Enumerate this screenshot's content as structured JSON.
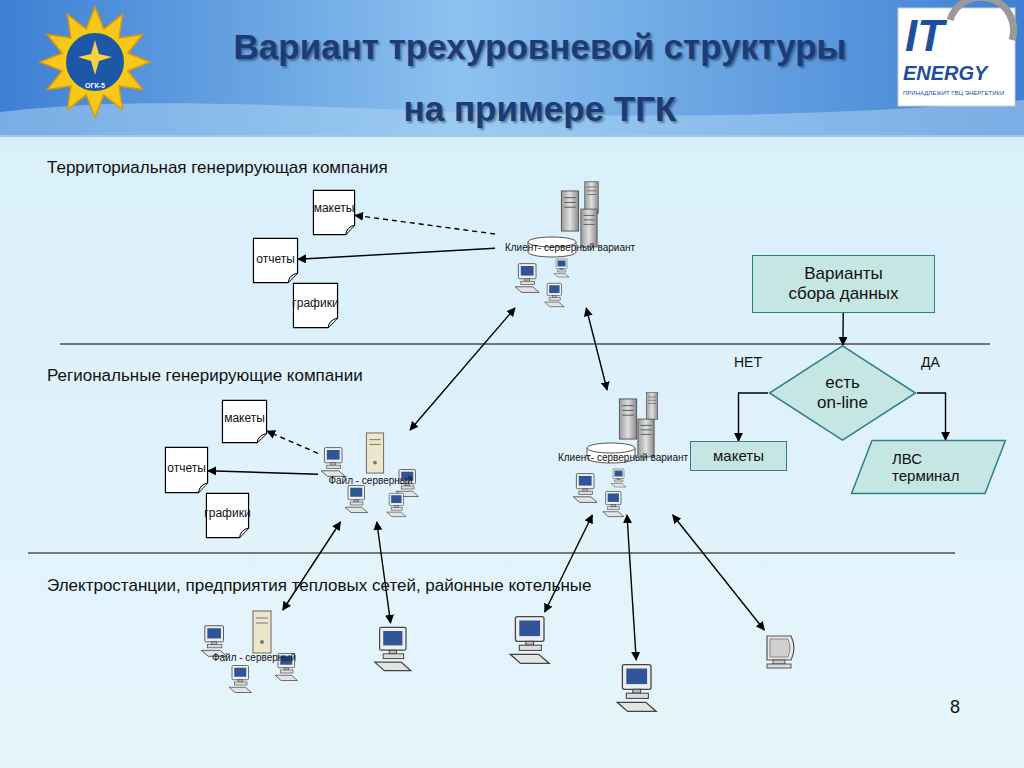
{
  "diagram": {
    "title": "Вариант трехуровневой структуры на примере ТГК",
    "nodes": [
      {
        "text": [
          "макеты"
        ]
      },
      {
        "text": [
          "отчеты"
        ]
      },
      {
        "text": [
          "графики"
        ]
      },
      {
        "text": [
          "Клиент- серверный вариант"
        ]
      },
      {
        "text": [
          "Варианты сбора данных"
        ]
      },
      {
        "text": [
          "макеты"
        ]
      },
      {
        "text": [
          "отчеты"
        ]
      },
      {
        "text": [
          "графики"
        ]
      },
      {
        "text": [
          "Файл - серверный"
        ]
      },
      {
        "text": [
          "Клиент- серверный вариант"
        ]
      },
      {
        "text": [
          "есть on-line"
        ]
      },
      {
        "text": [
          "макеты"
        ]
      },
      {
        "text": [
          "ЛВС терминал"
        ]
      },
      {
        "text": [
          "Файл - серверный"
        ]
      },
      {
        "text": []
      },
      {
        "text": []
      },
      {
        "text": []
      },
      {
        "text": []
      }
    ],
    "edges": [
      {
        "from": 3,
        "to": 0,
        "arrow": "to"
      },
      {
        "from": 3,
        "to": 1,
        "arrow": "to"
      },
      {
        "from": 4,
        "to": 10,
        "arrow": "to"
      },
      {
        "from": 3,
        "to": 8,
        "arrow": "both"
      },
      {
        "from": 3,
        "to": 9,
        "arrow": "both"
      },
      {
        "from": 8,
        "to": 5,
        "arrow": "to"
      },
      {
        "from": 8,
        "to": 6,
        "arrow": "to"
      },
      {
        "from": 10,
        "to": 11,
        "label": "НЕТ",
        "arrow": "to"
      },
      {
        "from": 10,
        "to": 12,
        "label": "ДА",
        "arrow": "to"
      },
      {
        "from": 8,
        "to": 13,
        "arrow": "both"
      },
      {
        "from": 8,
        "to": 14,
        "arrow": "both"
      },
      {
        "from": 9,
        "to": 15,
        "arrow": "both"
      },
      {
        "from": 9,
        "to": 16,
        "arrow": "both"
      },
      {
        "from": 9,
        "to": 17,
        "arrow": "both"
      }
    ],
    "labels": [
      "Территориальная генерирующая компания",
      "Региональные генерирующие компании",
      "Электростанции, предприятия тепловых сетей, районные котельные",
      "8",
      "ОГК-5",
      "IT",
      "ENERGY",
      "ПРИНАДЛЕЖИТ ГВЦ ЭНЕРГЕТИКИ"
    ]
  }
}
